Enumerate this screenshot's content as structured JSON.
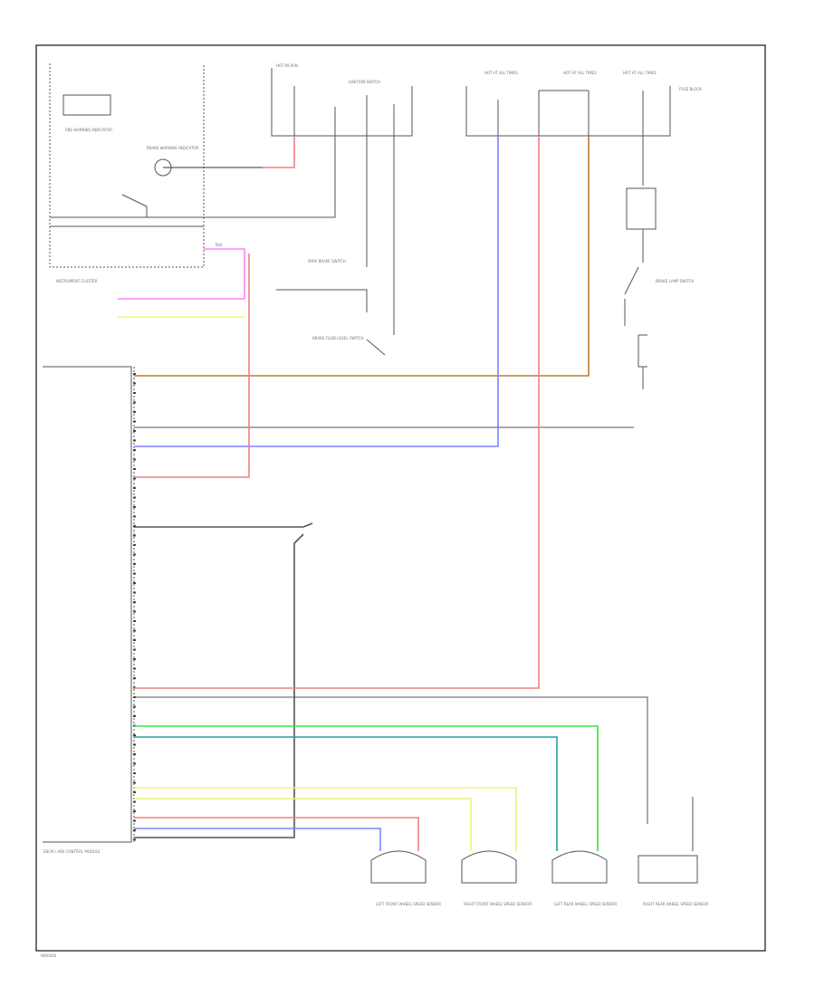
{
  "footer_code": "WD0000",
  "colors": {
    "frame": "#222222",
    "wire_black": "#333333",
    "wire_red": "#f08080",
    "wire_pink": "#ff80ff",
    "wire_yellow": "#f0f080",
    "wire_orange": "#c07830",
    "wire_blue": "#8080ff",
    "wire_green": "#40e040",
    "wire_teal": "#20a0a0"
  },
  "labels": {
    "abs_warning_indicator": "ABS WARNING INDICATOR",
    "brake_warning_indicator": "BRAKE WARNING INDICATOR",
    "instrument_cluster": "INSTRUMENT CLUSTER",
    "ebcm": "EBCM / ABS CONTROL MODULE",
    "hot_run": "HOT IN RUN",
    "hot_at_all_times": "HOT AT ALL TIMES",
    "ignition_switch": "IGNITION SWITCH",
    "fuse_block": "FUSE BLOCK",
    "park_brake_switch": "PARK BRAKE SWITCH",
    "brake_fluid_level_switch": "BRAKE FLUID LEVEL SWITCH",
    "brake_lamp_switch": "BRAKE LAMP SWITCH",
    "lf_wheel_speed_sensor": "LEFT FRONT WHEEL SPEED SENSOR",
    "rf_wheel_speed_sensor": "RIGHT FRONT WHEEL SPEED SENSOR",
    "lr_wheel_speed_sensor": "LEFT REAR WHEEL SPEED SENSOR",
    "rr_wheel_speed_sensor": "RIGHT REAR WHEEL SPEED SENSOR"
  }
}
